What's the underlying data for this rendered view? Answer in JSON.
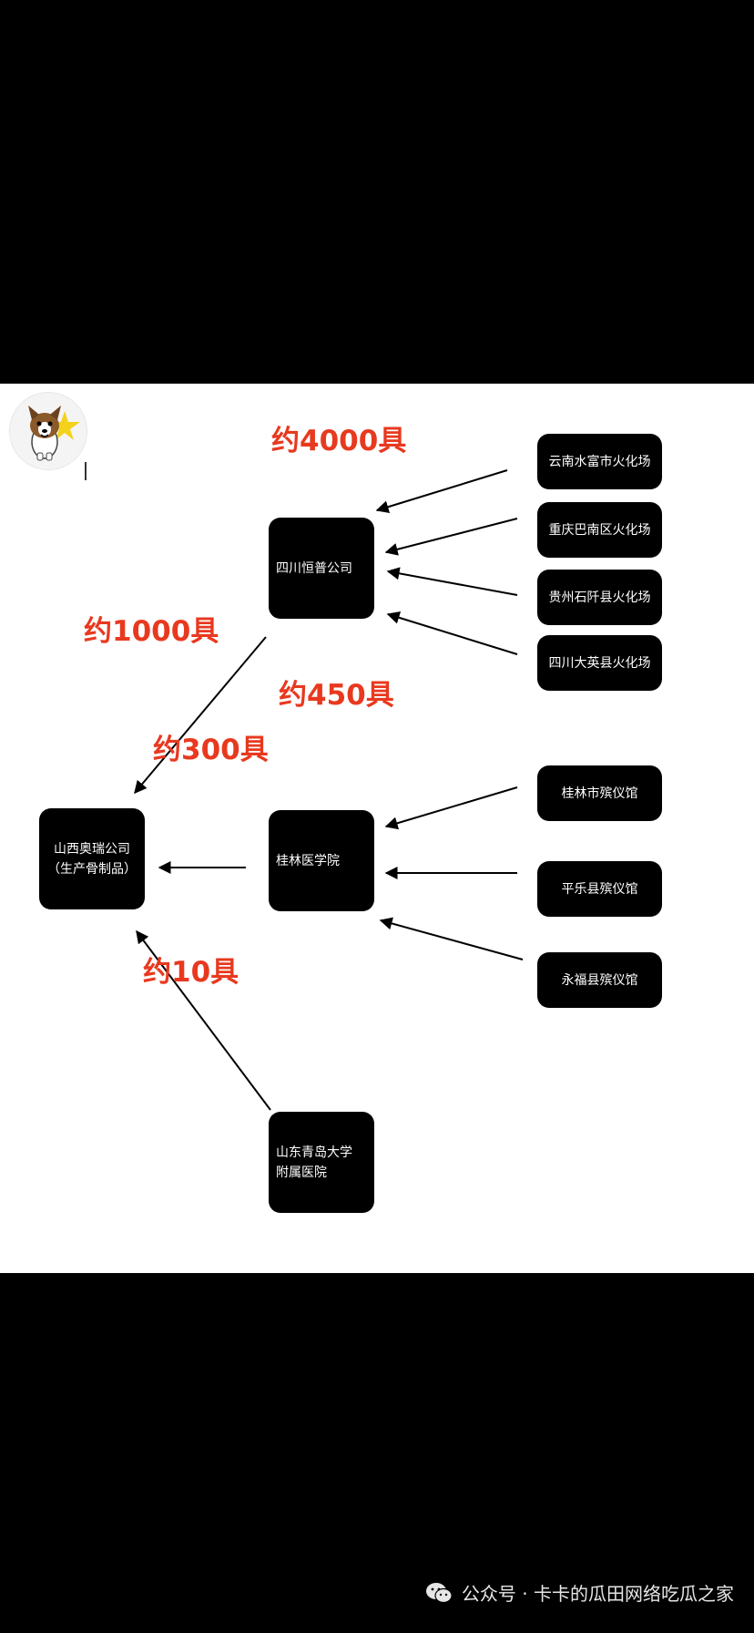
{
  "diagram": {
    "nodes": {
      "sichuan_hengpu": "四川恒普公司",
      "yunnan_shuifu": "云南水富市火化场",
      "chongqing_banan": "重庆巴南区火化场",
      "guizhou_shiqian": "贵州石阡县火化场",
      "sichuan_daying": "四川大英县火化场",
      "shanxi_aorui": "山西奥瑞公司\n（生产骨制品）",
      "guilin_medical": "桂林医学院",
      "guilin_funeral": "桂林市殡仪馆",
      "pingle_funeral": "平乐县殡仪馆",
      "yongfu_funeral": "永福县殡仪馆",
      "shandong_qingdao": "山东青岛大学\n附属医院"
    },
    "labels": {
      "l4000": "约4000具",
      "l1000": "约1000具",
      "l450": "约450具",
      "l300": "约300具",
      "l10": "约10具"
    },
    "accent_color": "#e8391f"
  },
  "footer": {
    "text": "公众号 · 卡卡的瓜田网络吃瓜之家",
    "icon": "wechat-icon"
  }
}
